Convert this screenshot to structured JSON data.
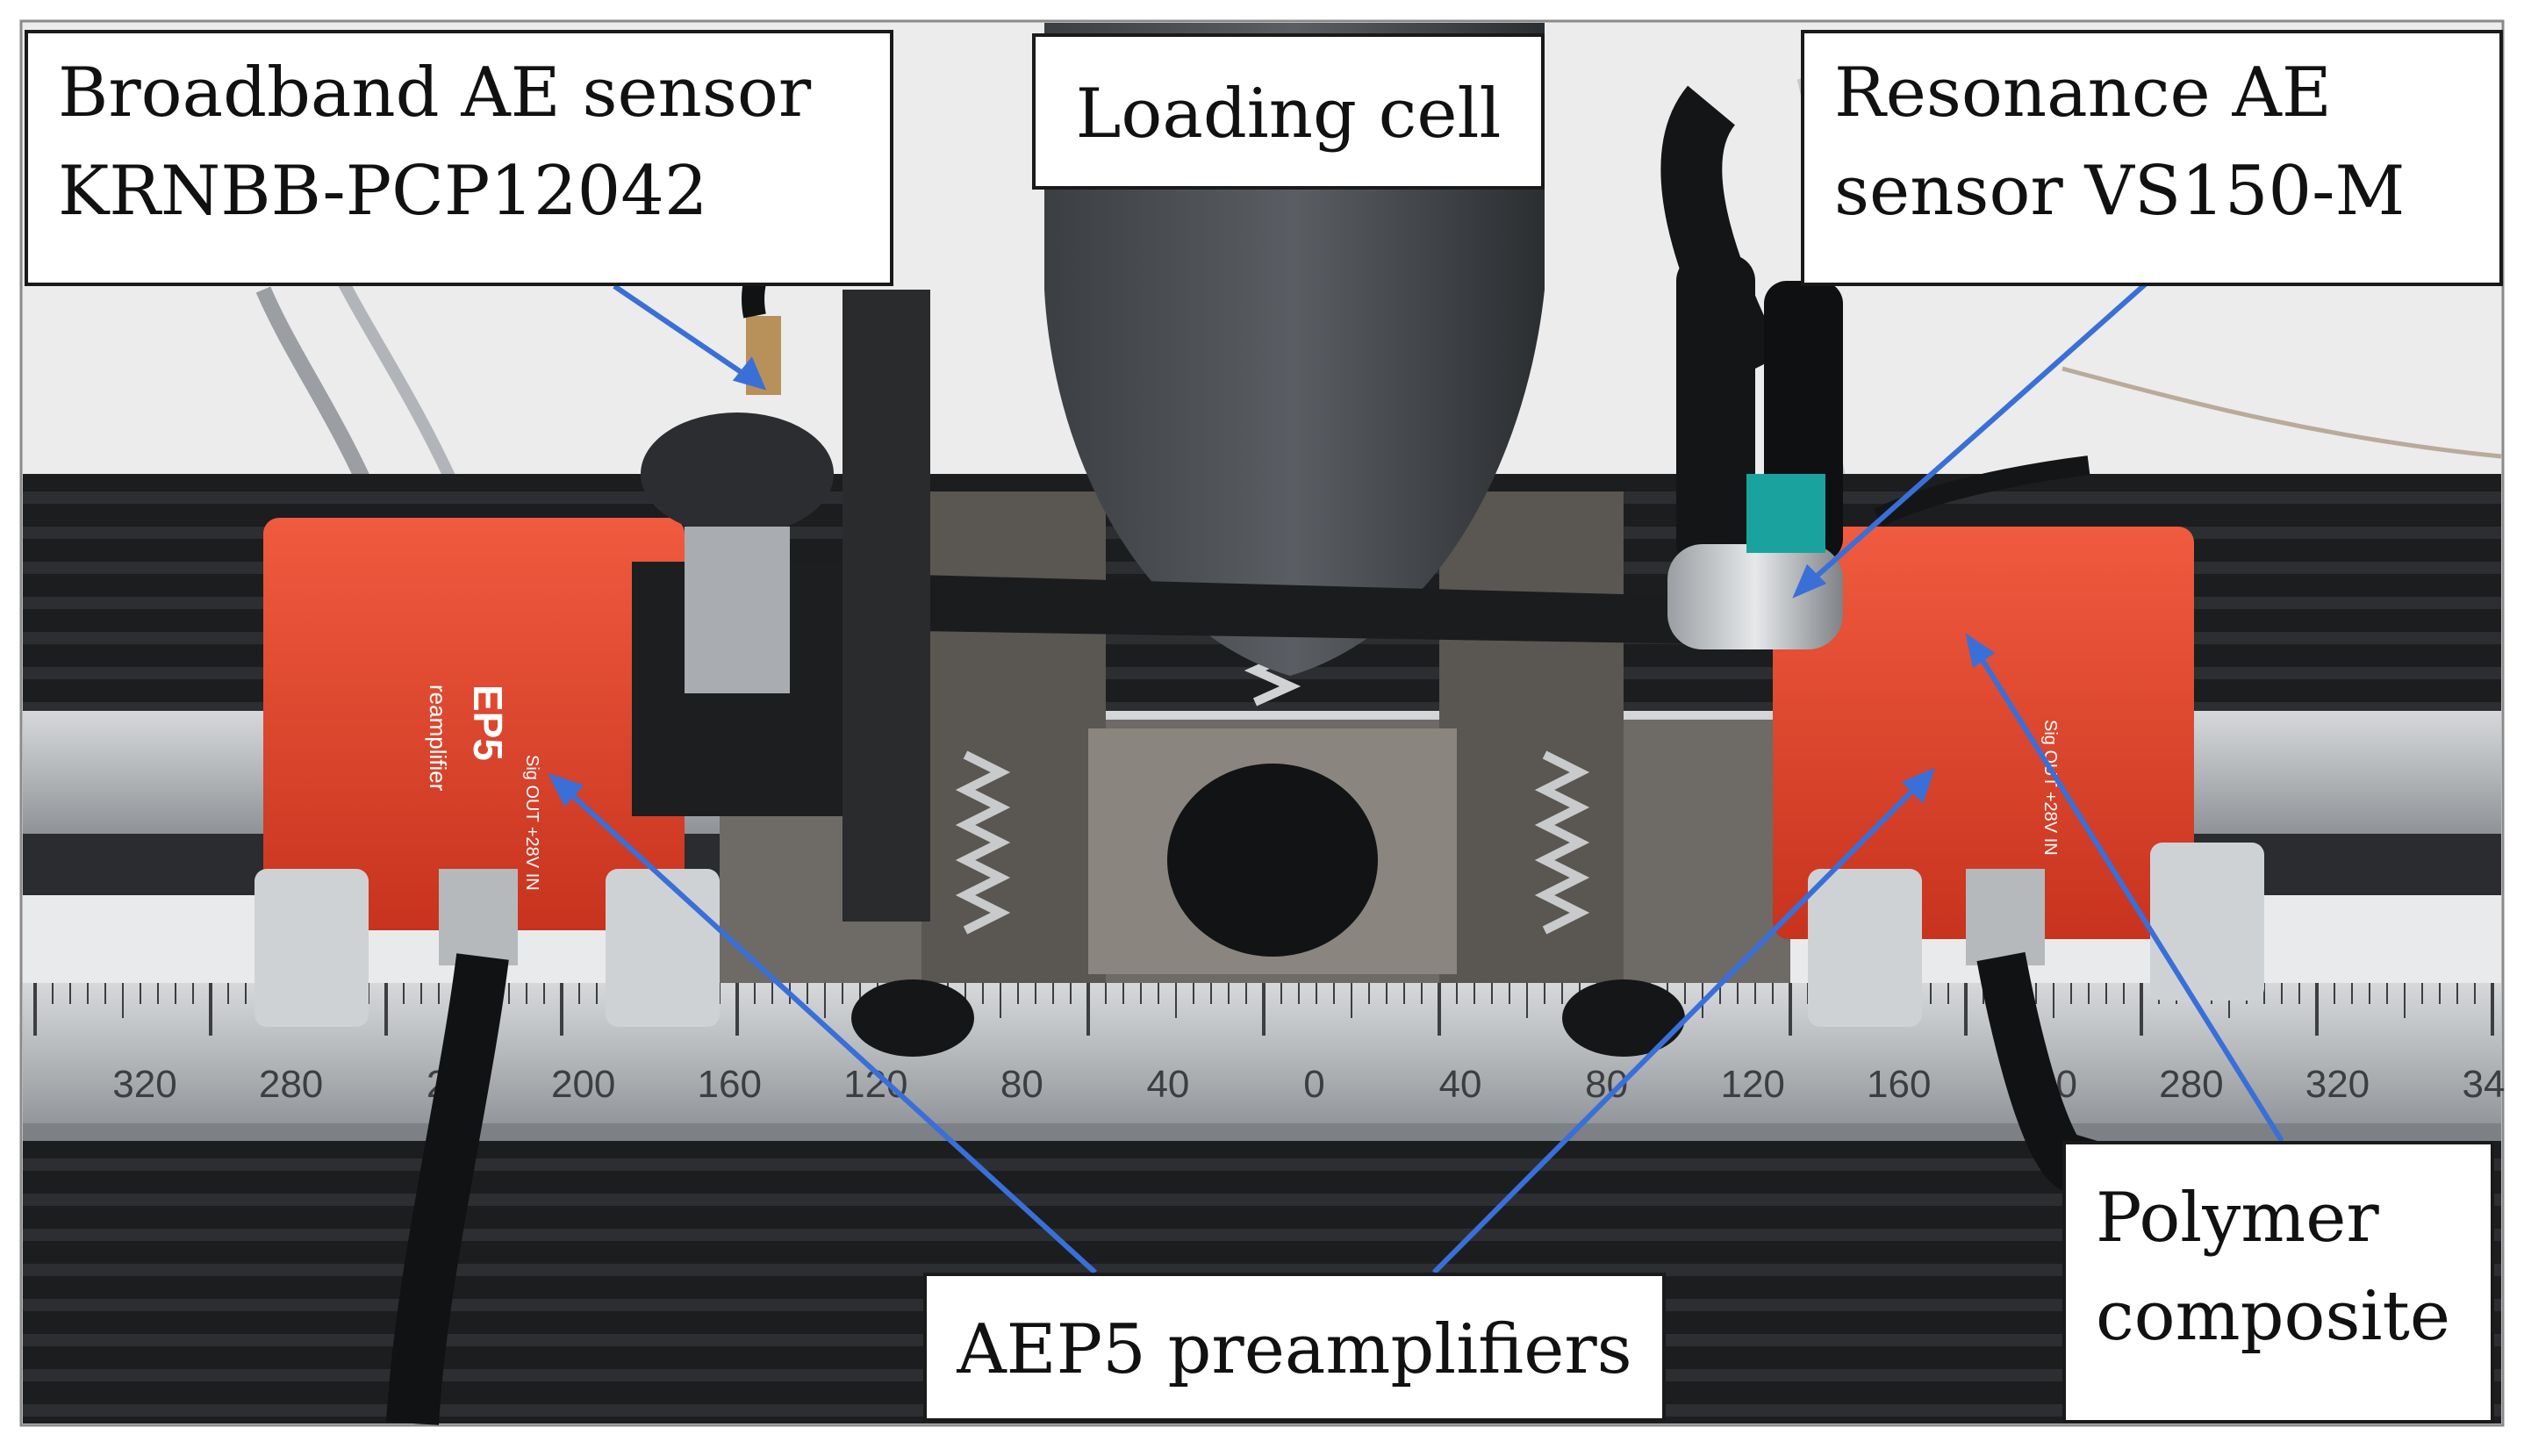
{
  "figure": {
    "labels": {
      "broadband_sensor": {
        "line1": "Broadband AE sensor",
        "line2": "KRNBB-PCP12042"
      },
      "loading_cell": {
        "line1": "Loading cell"
      },
      "resonance_sensor": {
        "line1": "Resonance AE",
        "line2": "sensor VS150-M"
      },
      "preamplifiers": {
        "line1": "AEP5 preamplifiers"
      },
      "polymer_composite": {
        "line1": "Polymer",
        "line2": "composite"
      }
    },
    "ruler_ticks": [
      "320",
      "280",
      "2",
      "200",
      "160",
      "120",
      "80",
      "40",
      "0",
      "40",
      "80",
      "120",
      "160",
      "200",
      "280",
      "320",
      "34"
    ],
    "device_prints": {
      "left_amp_model": "EP5",
      "left_amp_type": "reamplifier",
      "left_amp_io": "Sig OUT +28V IN",
      "right_amp_io": "Sig OUT +28V IN"
    },
    "colors": {
      "arrow": "#3a6fd8",
      "preamp_red": "#e2412a",
      "ruler_steel": "#b9bbbd",
      "label_border": "#1a1a1a"
    }
  }
}
